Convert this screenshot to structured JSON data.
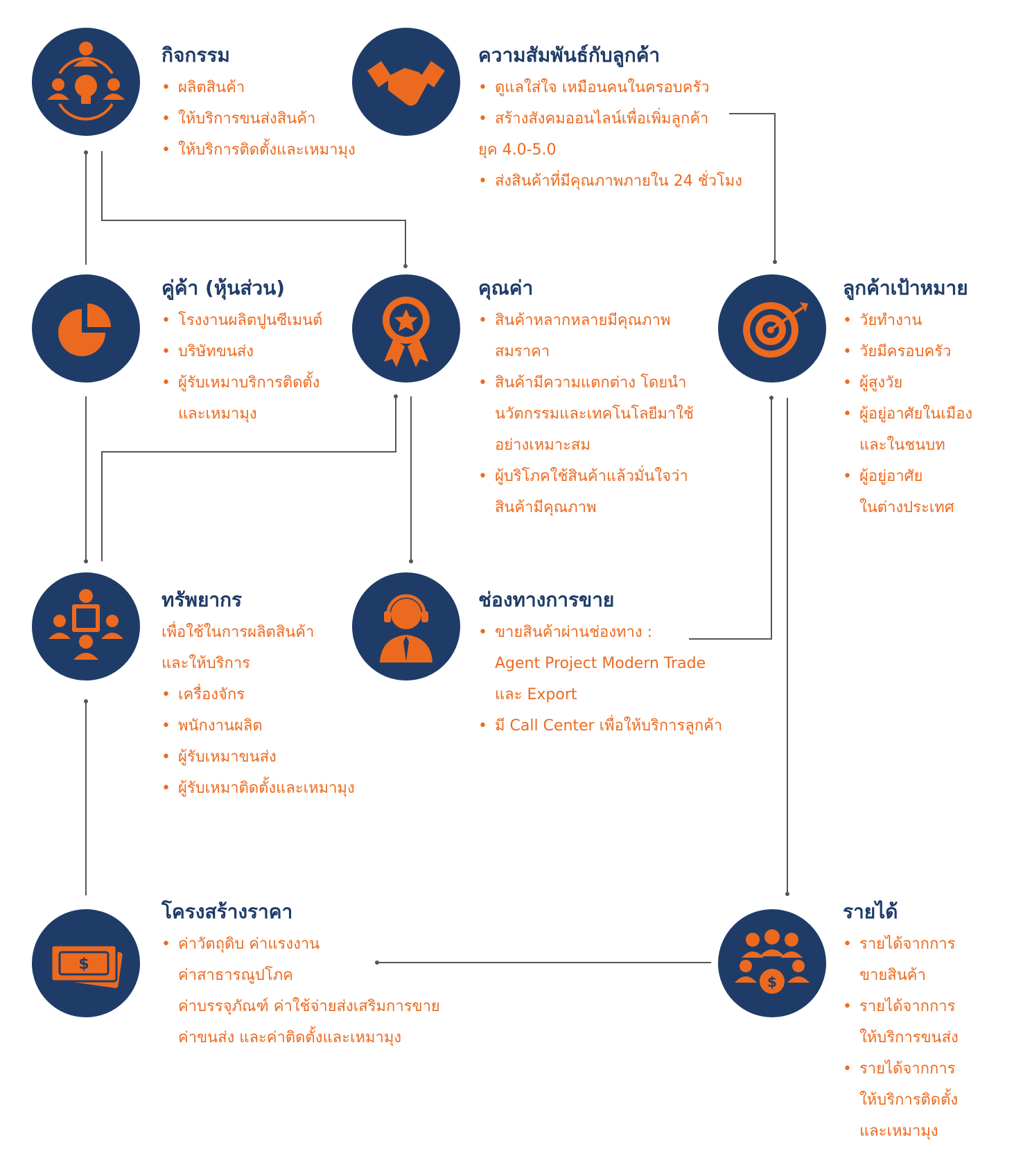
{
  "colors": {
    "navy": "#1f3c68",
    "orange": "#ec6a1f",
    "line": "#555555"
  },
  "activities": {
    "icon": "people-lightbulb-icon",
    "title": "กิจกรรม",
    "items": [
      "ผลิตสินค้า",
      "ให้บริการขนส่งสินค้า",
      "ให้บริการติดตั้งและเหมามุง"
    ]
  },
  "relationship": {
    "icon": "handshake-icon",
    "title": "ความสัมพันธ์กับลูกค้า",
    "lines": [
      "ดูแลใส่ใจ เหมือนคนในครอบครัว",
      "สร้างสังคมออนไลน์เพื่อเพิ่มลูกค้า",
      "ยุค 4.0-5.0",
      "ส่งสินค้าที่มีคุณภาพภายใน 24 ชั่วโมง"
    ]
  },
  "partners": {
    "icon": "pie-chart-icon",
    "title": "คู่ค้า (หุ้นส่วน)",
    "lines": [
      "โรงงานผลิตปูนซีเมนต์",
      "บริษัทขนส่ง",
      "ผู้รับเหมาบริการติดตั้ง",
      "และเหมามุง"
    ]
  },
  "value": {
    "icon": "award-badge-icon",
    "title": "คุณค่า",
    "lines": [
      "สินค้าหลากหลายมีคุณภาพ",
      "สมราคา",
      "สินค้ามีความแตกต่าง โดยนำ",
      "นวัตกรรมและเทคโนโลยีมาใช้",
      "อย่างเหมาะสม",
      "ผู้บริโภคใช้สินค้าแล้วมั่นใจว่า",
      "สินค้ามีคุณภาพ"
    ]
  },
  "target": {
    "icon": "target-arrow-icon",
    "title": "ลูกค้าเป้าหมาย",
    "lines": [
      "วัยทำงาน",
      "วัยมีครอบครัว",
      "ผู้สูงวัย",
      "ผู้อยู่อาศัยในเมือง",
      "และในชนบท",
      "ผู้อยู่อาศัย",
      "ในต่างประเทศ"
    ]
  },
  "resources": {
    "icon": "team-presentation-icon",
    "title": "ทรัพยากร",
    "lines": [
      "เพื่อใช้ในการผลิตสินค้า",
      "และให้บริการ",
      "เครื่องจักร",
      "พนักงานผลิต",
      "ผู้รับเหมาขนส่ง",
      "ผู้รับเหมาติดตั้งและเหมามุง"
    ]
  },
  "channels": {
    "icon": "headset-agent-icon",
    "title": "ช่องทางการขาย",
    "lines": [
      "ขายสินค้าผ่านช่องทาง :",
      "Agent  Project  Modern Trade",
      "และ Export",
      "มี Call Center เพื่อให้บริการลูกค้า"
    ]
  },
  "cost": {
    "icon": "money-bill-icon",
    "title": "โครงสร้างราคา",
    "lines": [
      "ค่าวัตถุดิบ ค่าแรงงาน",
      "ค่าสาธารณูปโภค",
      "ค่าบรรจุภัณฑ์ ค่าใช้จ่ายส่งเสริมการขาย",
      "ค่าขนส่ง และค่าติดตั้งและเหมามุง"
    ]
  },
  "revenue": {
    "icon": "group-coin-icon",
    "title": "รายได้",
    "lines": [
      "รายได้จากการ",
      "ขายสินค้า",
      "รายได้จากการ",
      "ให้บริการขนส่ง",
      "รายได้จากการ",
      "ให้บริการติดตั้ง",
      "และเหมามุง"
    ]
  }
}
